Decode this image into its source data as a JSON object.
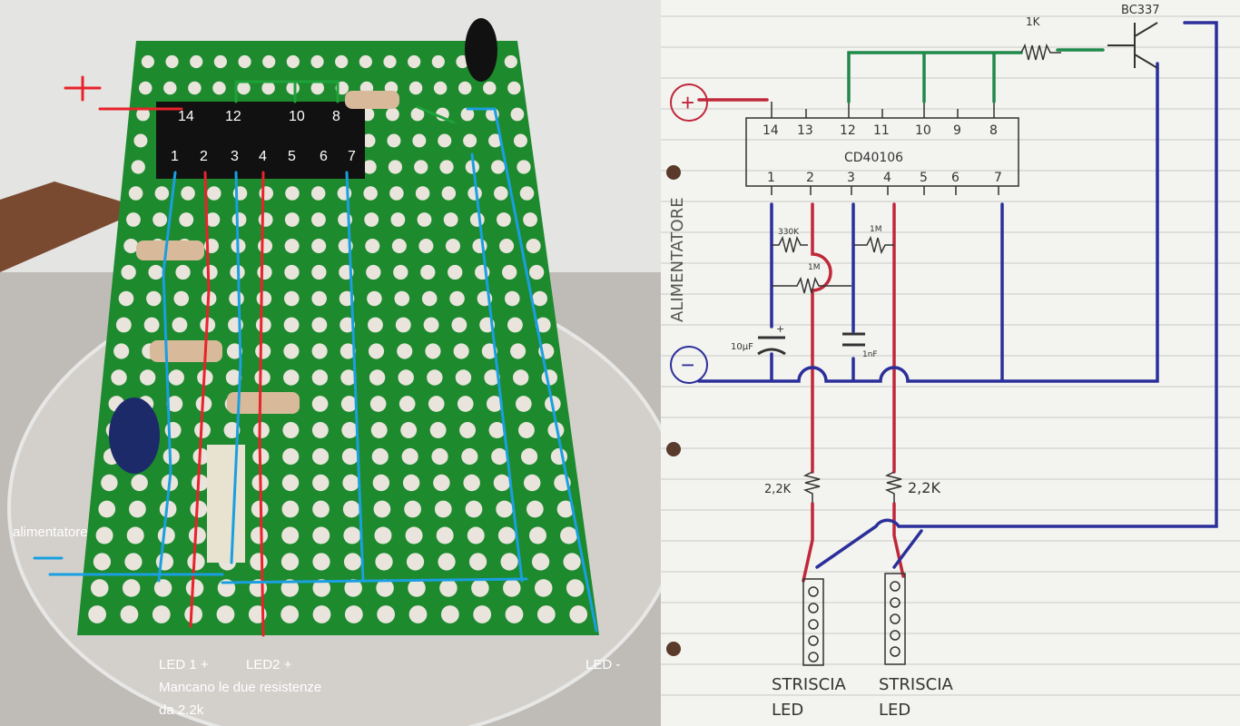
{
  "photo": {
    "ic_top_pins": [
      "14",
      "12",
      "10",
      "8"
    ],
    "ic_bottom_pins": [
      "1",
      "2",
      "3",
      "4",
      "5",
      "6",
      "7"
    ],
    "plus_sign": "+",
    "minus_sign": "−",
    "power_label": "alimentatore",
    "led1_label": "LED 1 +",
    "led2_label": "LED2 +",
    "led_minus_label": "LED -",
    "note_line1": "Mancano le due resistenze",
    "note_line2": "da 2.2k",
    "colors": {
      "positive": "#e8232b",
      "negative": "#1a9fe0",
      "bridge": "#1fa13a",
      "pcb": "#1d8a2e"
    }
  },
  "schematic": {
    "ic_name": "CD40106",
    "top_pins": [
      "14",
      "13",
      "12",
      "11",
      "10",
      "9",
      "8"
    ],
    "bottom_pins": [
      "1",
      "2",
      "3",
      "4",
      "5",
      "6",
      "7"
    ],
    "transistor": "BC337",
    "base_resistor": "1K",
    "r1": "330K",
    "r2": "1M",
    "r3": "1M",
    "c1": "10µF",
    "c1_polarity": "+",
    "c2": "1nF",
    "led_resistor_1": "2,2K",
    "led_resistor_2": "2,2K",
    "power_label": "ALIMENTATORE",
    "plus_symbol": "+",
    "minus_symbol": "−",
    "strip_1": [
      "STRISCIA",
      "LED"
    ],
    "strip_2": [
      "STRISCIA",
      "LED"
    ],
    "colors": {
      "positive": "#c0283a",
      "negative": "#2b2f9a",
      "bridge": "#1f8a4a",
      "paper": "#f3f3f0"
    }
  }
}
